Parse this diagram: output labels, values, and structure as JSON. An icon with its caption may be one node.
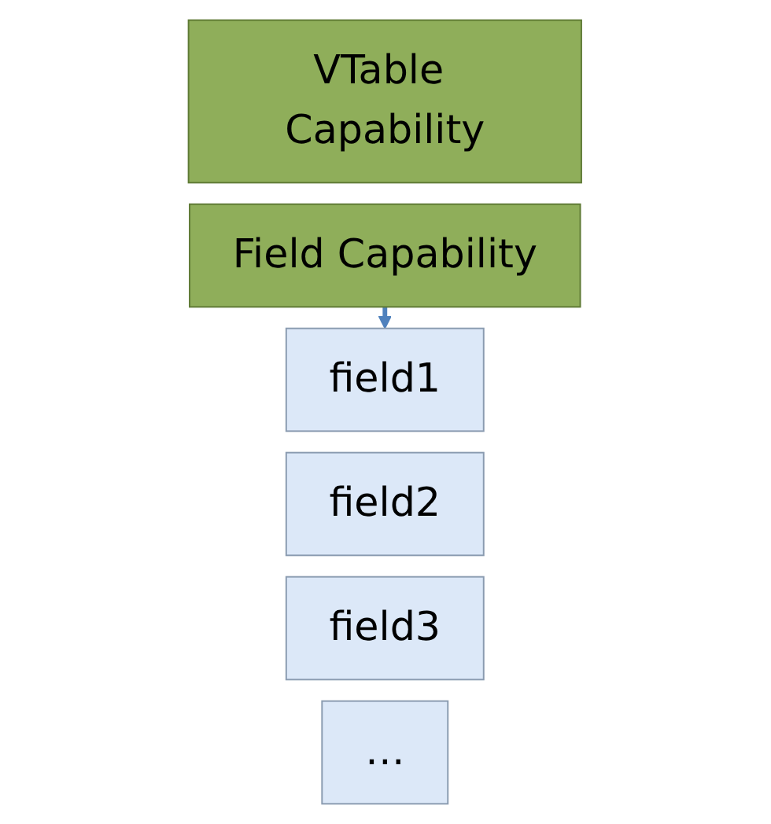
{
  "diagram": {
    "nodes": [
      {
        "text": [
          "VTable Capability"
        ]
      },
      {
        "text": [
          "Field Capability"
        ]
      },
      {
        "text": [
          "field1"
        ]
      },
      {
        "text": [
          "field2"
        ]
      },
      {
        "text": [
          "field3"
        ]
      },
      {
        "text": [
          "…"
        ]
      }
    ],
    "edges": [
      {
        "from": 1,
        "to": 2,
        "arrow": "to",
        "color": "#4f81bd"
      }
    ]
  }
}
